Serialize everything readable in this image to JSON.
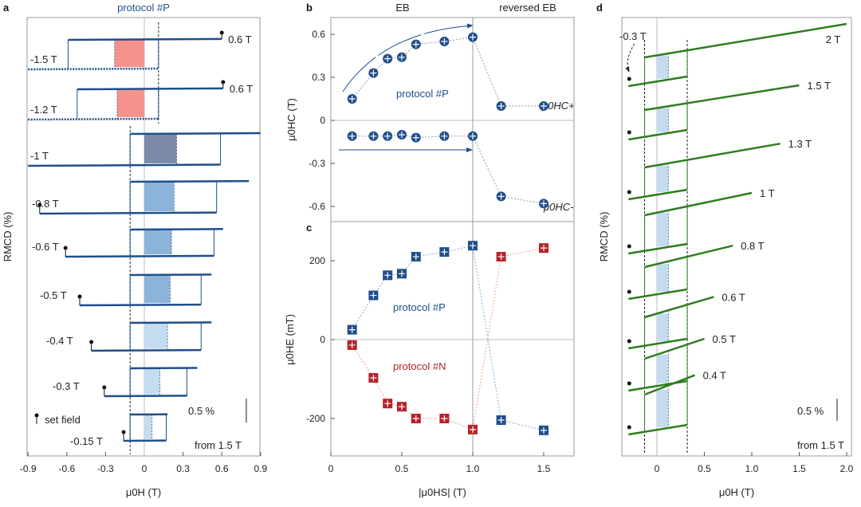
{
  "colors": {
    "blue": "#1f4e8c",
    "red": "#b5222a",
    "green": "#2e7d1f",
    "fill_red": "#f4938b",
    "fill_blue": "#8cb4da",
    "fill_gray": "#7d8aa8",
    "fill_light": "#c4dcef"
  },
  "chart_data": [
    {
      "panel": "a",
      "type": "line",
      "title": "protocol #P",
      "xlabel": "μ0H (T)",
      "ylabel": "RMCD (%)",
      "xlim": [
        -0.9,
        0.9
      ],
      "xticks": [
        "-0.9",
        "-0.6",
        "-0.3",
        "0",
        "0.3",
        "0.6",
        "0.9"
      ],
      "scalebar": "0.5 %",
      "note": "from 1.5 T",
      "legend": "set field",
      "loops": [
        {
          "label": "-1.5 T",
          "end_label": "0.6 T",
          "hmin": -0.9,
          "hmax": 0.6,
          "left_switch": -0.59,
          "right_switch": 0.11,
          "shade_to": -0.23,
          "shade": "fill_red",
          "dot": "right"
        },
        {
          "label": "-1.2 T",
          "end_label": "0.6 T",
          "hmin": -0.9,
          "hmax": 0.61,
          "left_switch": -0.52,
          "right_switch": 0.11,
          "shade_to": -0.21,
          "shade": "fill_red",
          "dot": "right"
        },
        {
          "label": "-1 T",
          "hmin": -0.9,
          "hmax": 0.9,
          "left_switch": -0.11,
          "right_switch": 0.59,
          "shade_to": 0.25,
          "shade": "fill_gray",
          "dot": "none"
        },
        {
          "label": "-0.8 T",
          "hmin": -0.81,
          "hmax": 0.81,
          "left_switch": -0.11,
          "right_switch": 0.56,
          "shade_to": 0.23,
          "shade": "fill_blue",
          "dot": "left"
        },
        {
          "label": "-0.6 T",
          "hmin": -0.61,
          "hmax": 0.61,
          "left_switch": -0.11,
          "right_switch": 0.54,
          "shade_to": 0.21,
          "shade": "fill_blue",
          "dot": "left"
        },
        {
          "label": "-0.5 T",
          "hmin": -0.5,
          "hmax": 0.52,
          "left_switch": -0.11,
          "right_switch": 0.44,
          "shade_to": 0.2,
          "shade": "fill_blue",
          "dot": "left"
        },
        {
          "label": "-0.4 T",
          "hmin": -0.41,
          "hmax": 0.52,
          "left_switch": -0.11,
          "right_switch": 0.44,
          "shade_to": 0.18,
          "shade": "fill_light",
          "dot": "left"
        },
        {
          "label": "-0.3 T",
          "hmin": -0.31,
          "hmax": 0.41,
          "left_switch": -0.11,
          "right_switch": 0.33,
          "shade_to": 0.12,
          "shade": "fill_light",
          "dot": "left"
        },
        {
          "label": "-0.15 T",
          "hmin": -0.16,
          "hmax": 0.18,
          "left_switch": -0.11,
          "right_switch": 0.17,
          "shade_to": 0.06,
          "shade": "fill_light",
          "dot": "left"
        }
      ]
    },
    {
      "panel": "b",
      "type": "scatter",
      "ylabel": "μ0HC (T)",
      "ylim": [
        -0.7,
        0.7
      ],
      "yticks": [
        "-0.6",
        "-0.3",
        "0",
        "0.3",
        "0.6"
      ],
      "region_labels": [
        "EB",
        "reversed EB"
      ],
      "annotation": "protocol #P",
      "x": [
        0.15,
        0.3,
        0.4,
        0.5,
        0.6,
        0.8,
        1.0,
        1.2,
        1.5
      ],
      "series": [
        {
          "name": "μ0HC+",
          "values": [
            0.15,
            0.33,
            0.43,
            0.44,
            0.53,
            0.55,
            0.58,
            0.1,
            0.1
          ]
        },
        {
          "name": "μ0HC-",
          "values": [
            -0.11,
            -0.11,
            -0.11,
            -0.1,
            -0.12,
            -0.11,
            -0.11,
            -0.53,
            -0.58
          ]
        }
      ]
    },
    {
      "panel": "c",
      "type": "scatter",
      "xlabel": "|μ0HS| (T)",
      "ylabel": "μ0HE (mT)",
      "xlim": [
        0,
        1.7
      ],
      "ylim": [
        -300,
        300
      ],
      "xticks": [
        "0",
        "0.5",
        "1.0",
        "1.5"
      ],
      "yticks": [
        "-200",
        "0",
        "200"
      ],
      "x": [
        0.15,
        0.3,
        0.4,
        0.5,
        0.6,
        0.8,
        1.0,
        1.2,
        1.5
      ],
      "series": [
        {
          "name": "protocol #P",
          "values": [
            25,
            112,
            163,
            167,
            210,
            222,
            238,
            -204,
            -230
          ]
        },
        {
          "name": "protocol #N",
          "values": [
            -14,
            -97,
            -162,
            -170,
            -200,
            -200,
            -228,
            210,
            232
          ]
        }
      ]
    },
    {
      "panel": "d",
      "type": "line",
      "xlabel": "μ0H (T)",
      "ylabel": "RMCD (%)",
      "xlim": [
        -0.37,
        2.0
      ],
      "xticks": [
        "0",
        "0.5",
        "1.0",
        "1.5",
        "2.0"
      ],
      "scalebar": "0.5 %",
      "note": "from 1.5 T",
      "set_label": "-0.3 T",
      "loops": [
        {
          "label": "2 T",
          "hmax": 2.0
        },
        {
          "label": "1.5 T",
          "hmax": 1.5
        },
        {
          "label": "1.3 T",
          "hmax": 1.3
        },
        {
          "label": "1 T",
          "hmax": 1.0
        },
        {
          "label": "0.8 T",
          "hmax": 0.8
        },
        {
          "label": "0.6 T",
          "hmax": 0.6
        },
        {
          "label": "0.5 T",
          "hmax": 0.5
        },
        {
          "label": "0.4 T",
          "hmax": 0.4
        }
      ],
      "hmin": -0.3,
      "left_switch": -0.13,
      "right_switch": 0.32,
      "shade_to": 0.12
    }
  ],
  "panel_letters": [
    "a",
    "b",
    "c",
    "d"
  ]
}
